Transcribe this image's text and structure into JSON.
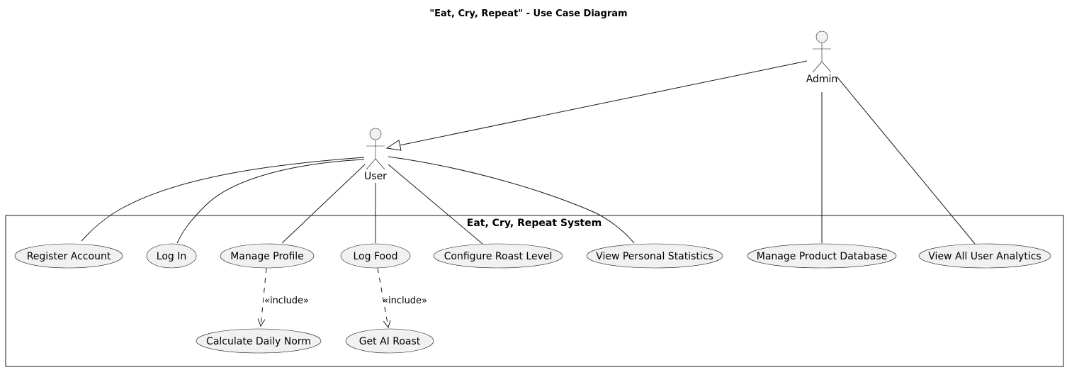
{
  "title": "\"Eat, Cry, Repeat\" - Use Case Diagram",
  "system": {
    "label": "Eat, Cry, Repeat System"
  },
  "actors": {
    "user": "User",
    "admin": "Admin"
  },
  "use_cases": {
    "register": "Register Account",
    "login": "Log In",
    "profile": "Manage Profile",
    "logfood": "Log Food",
    "roastlevel": "Configure Roast Level",
    "stats": "View Personal Statistics",
    "productdb": "Manage Product Database",
    "analytics": "View All User Analytics",
    "dailynorm": "Calculate Daily Norm",
    "airoast": "Get AI Roast"
  },
  "relations": {
    "include_1": "«include»",
    "include_2": "«include»"
  },
  "colors": {
    "fill": "#f1f1f1",
    "stroke": "#181818",
    "background": "#ffffff"
  }
}
